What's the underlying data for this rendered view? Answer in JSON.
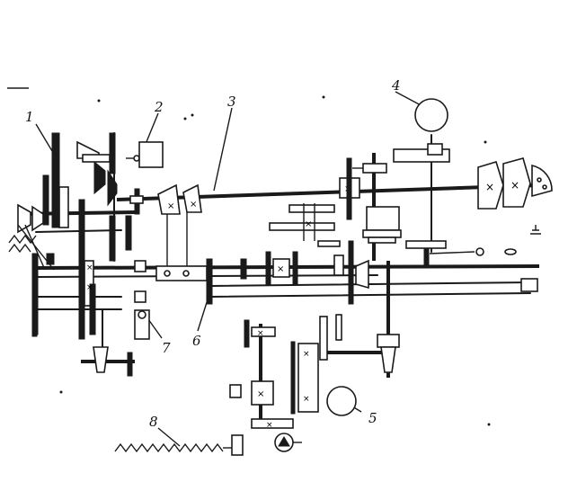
{
  "callouts": [
    {
      "id": "1",
      "text": "1"
    },
    {
      "id": "2",
      "text": "2"
    },
    {
      "id": "3",
      "text": "3"
    },
    {
      "id": "4",
      "text": "4"
    },
    {
      "id": "5",
      "text": "5"
    },
    {
      "id": "6",
      "text": "6"
    },
    {
      "id": "7",
      "text": "7"
    },
    {
      "id": "8",
      "text": "8"
    }
  ],
  "colors": {
    "ink": "#1a1a1a",
    "paper": "#ffffff"
  }
}
